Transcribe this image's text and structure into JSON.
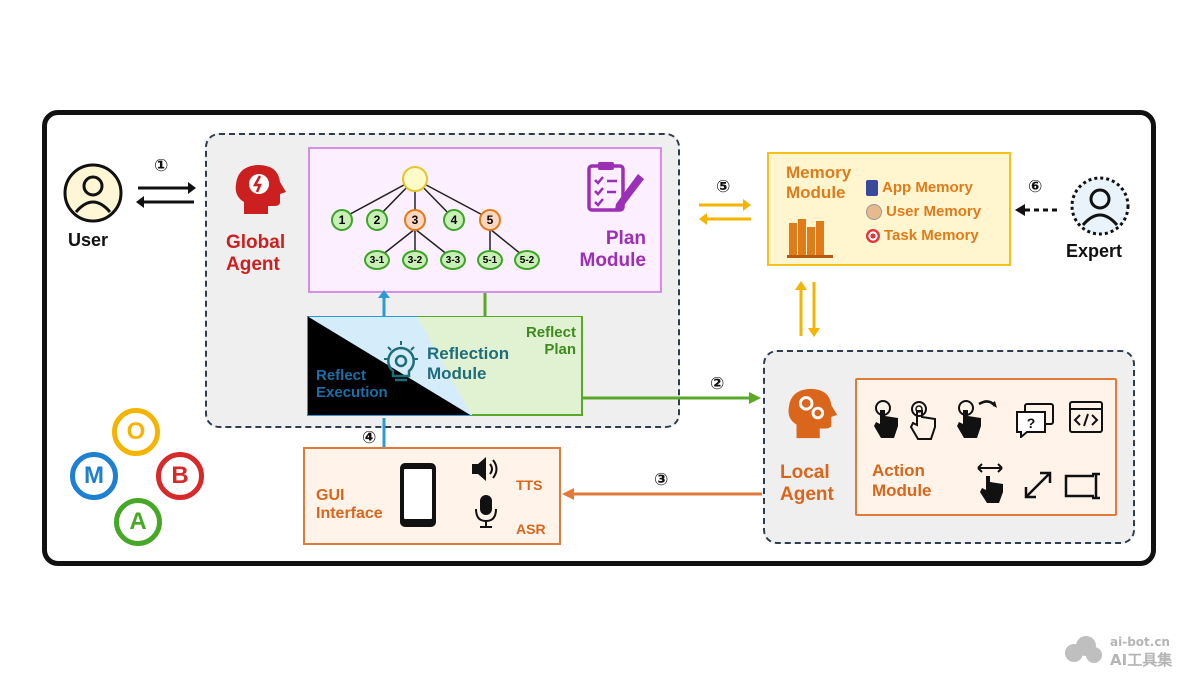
{
  "user": {
    "label": "User"
  },
  "expert": {
    "label": "Expert"
  },
  "global_agent": {
    "line1": "Global",
    "line2": "Agent"
  },
  "plan_module": {
    "line1": "Plan",
    "line2": "Module",
    "tree_level1": [
      "1",
      "2",
      "3",
      "4",
      "5"
    ],
    "tree_level2": [
      "3-1",
      "3-2",
      "3-3",
      "5-1",
      "5-2"
    ]
  },
  "reflection_module": {
    "title1": "Reflection",
    "title2": "Module",
    "reflect_plan1": "Reflect",
    "reflect_plan2": "Plan",
    "reflect_exec1": "Reflect",
    "reflect_exec2": "Execution"
  },
  "memory_module": {
    "title1": "Memory",
    "title2": "Module",
    "items": [
      "App Memory",
      "User Memory",
      "Task Memory"
    ]
  },
  "local_agent": {
    "line1": "Local",
    "line2": "Agent"
  },
  "action_module": {
    "line1": "Action",
    "line2": "Module"
  },
  "gui_interface": {
    "line1": "GUI",
    "line2": "Interface",
    "tts": "TTS",
    "asr": "ASR"
  },
  "steps": [
    "①",
    "②",
    "③",
    "④",
    "⑤",
    "⑥"
  ],
  "logo_letters": [
    "O",
    "M",
    "B",
    "A"
  ],
  "watermark": {
    "line1": "ai-bot.cn",
    "line2": "AI工具集"
  },
  "colors": {
    "global_red": "#cc1f1f",
    "plan_purple": "#9b2fb5",
    "plan_bg": "#fcefff",
    "memory_orange": "#e07b1a",
    "memory_border": "#f5c11a",
    "local_orange": "#d9661a",
    "reflect_blue": "#2a9bd6",
    "reflect_green": "#5aa828",
    "gui_orange": "#e07b3a"
  }
}
